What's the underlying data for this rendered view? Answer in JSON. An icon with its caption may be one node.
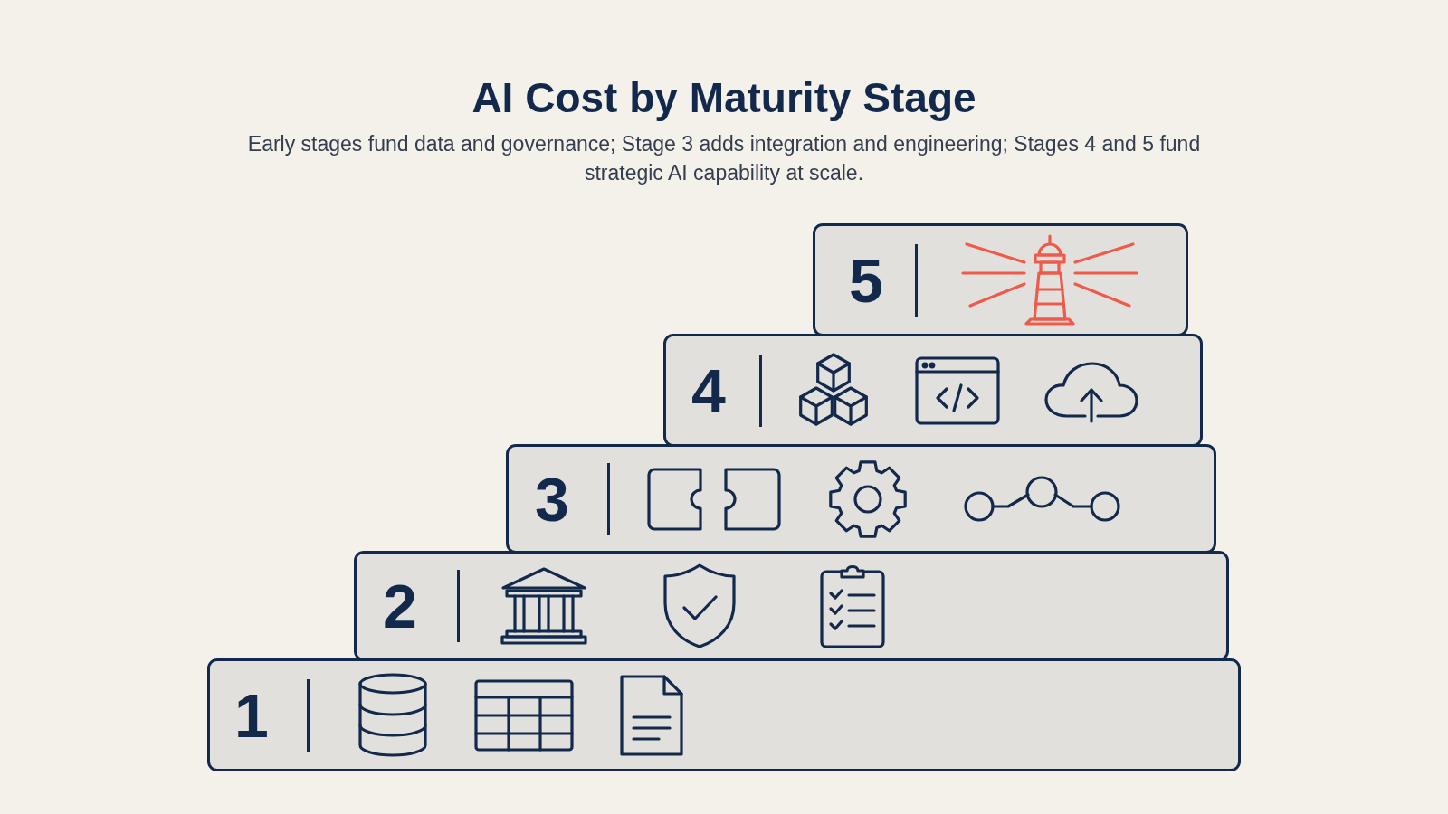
{
  "diagram": {
    "title": "AI Cost by Maturity Stage",
    "caption": "Early stages fund data and governance; Stage 3 adds integration and engineering; Stages 4 and 5 fund strategic AI capability at scale.",
    "nodes": [
      {
        "text": [
          "5"
        ]
      },
      {
        "text": [
          "4"
        ]
      },
      {
        "text": [
          "3"
        ]
      },
      {
        "text": [
          "2"
        ]
      },
      {
        "text": [
          "1"
        ]
      }
    ]
  }
}
